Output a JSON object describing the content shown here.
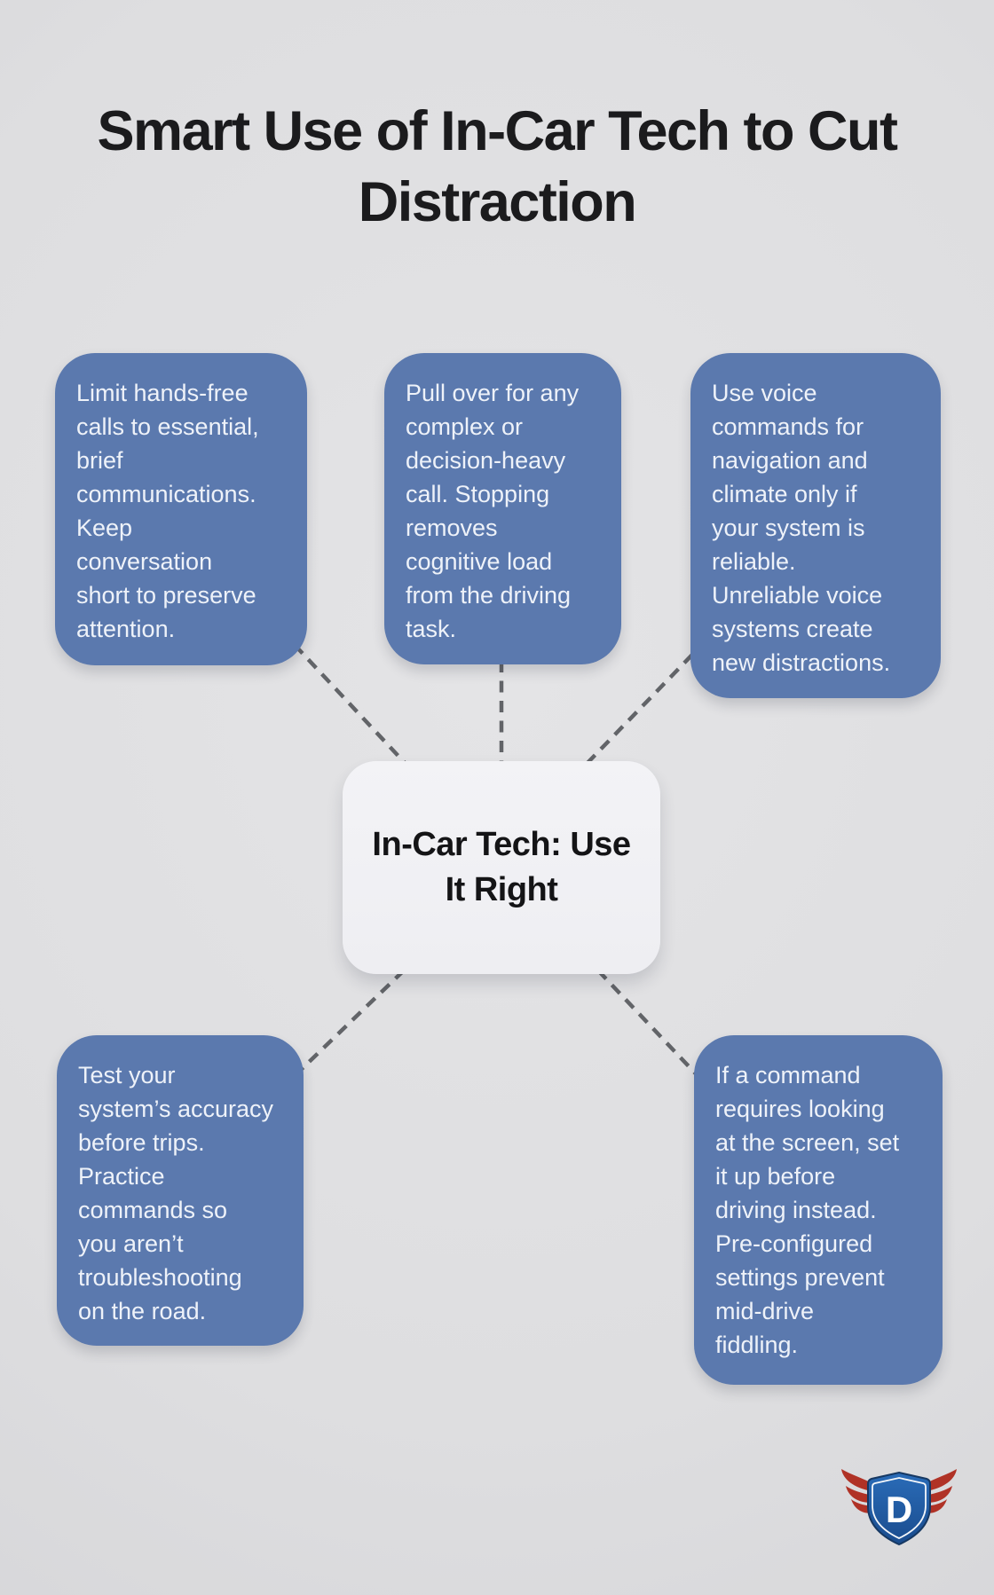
{
  "page": {
    "background_color": "#dfdfe1",
    "card_color": "#5b79ae",
    "card_text_color": "#eef2f9",
    "center_node_color": "#f1f1f4",
    "connector_color": "#626468",
    "connector_style": "dashed",
    "title_color": "#1b1b1d"
  },
  "title": {
    "text": "Smart Use of In-Car Tech to Cut\nDistraction"
  },
  "center_node": {
    "text": "In-Car Tech: Use\nIt Right"
  },
  "nodes": [
    {
      "position": "top-left",
      "text": "Limit hands-free\ncalls to essential,\nbrief\ncommunications.\nKeep\nconversation\nshort to preserve\nattention."
    },
    {
      "position": "top-middle",
      "text": "Pull over for any\ncomplex or\ndecision-heavy\ncall. Stopping\nremoves\ncognitive load\nfrom the driving\ntask."
    },
    {
      "position": "top-right",
      "text": "Use voice\ncommands for\nnavigation and\nclimate only if\nyour system is\nreliable.\nUnreliable voice\nsystems create\nnew distractions."
    },
    {
      "position": "bottom-left",
      "text": "Test your\nsystem’s accuracy\nbefore trips.\nPractice\ncommands so\nyou aren’t\ntroubleshooting\non the road."
    },
    {
      "position": "bottom-right",
      "text": "If a command\nrequires looking\nat the screen, set\nit up before\ndriving instead.\nPre-configured\nsettings prevent\nmid-drive\nfiddling."
    }
  ],
  "logo": {
    "letter": "D",
    "shield_fill": "#1e5ca6",
    "shield_edge": "#16386200",
    "wing_color": "#b03226"
  }
}
